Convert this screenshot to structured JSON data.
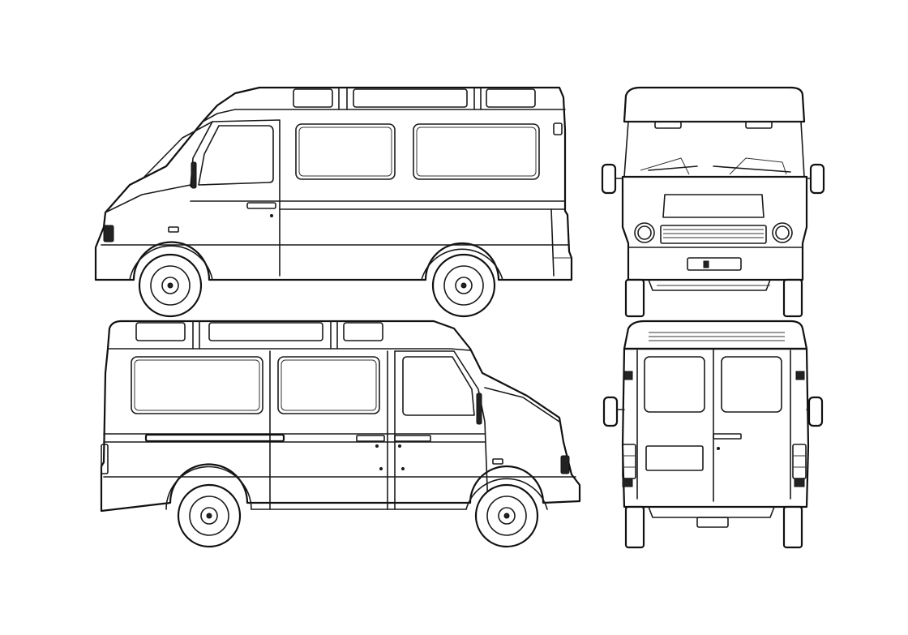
{
  "drawing": {
    "background": "#ffffff",
    "line_color": "#1a1a1a"
  },
  "views": [
    {
      "name": "side-view-left"
    },
    {
      "name": "front-view"
    },
    {
      "name": "side-view-right"
    },
    {
      "name": "rear-view"
    }
  ]
}
